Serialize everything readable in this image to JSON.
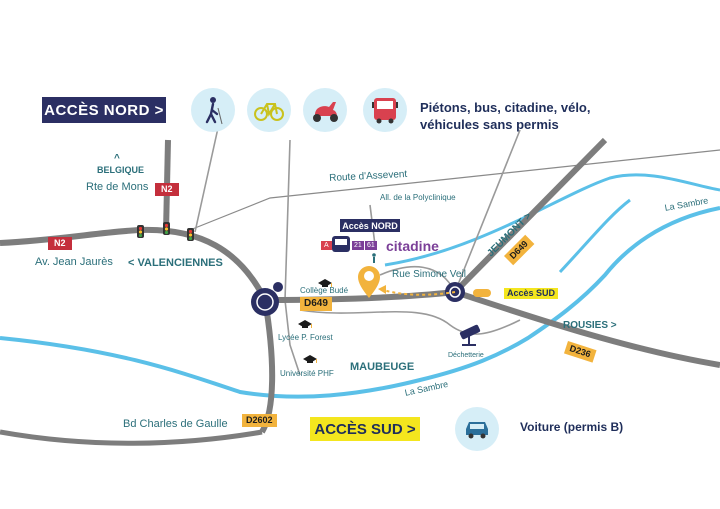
{
  "banners": {
    "nord": "ACCÈS NORD >",
    "sud": "ACCÈS SUD >"
  },
  "access_nord": {
    "modes_text_line1": "Piétons, bus, citadine, vélo,",
    "modes_text_line2": "véhicules sans permis",
    "icons": [
      "pedestrian-icon",
      "bicycle-icon",
      "scooter-icon",
      "bus-icon"
    ],
    "map_tag": "Accès NORD",
    "bus_lines": [
      "A",
      "21",
      "61"
    ],
    "citadine_logo": "citadine"
  },
  "access_sud": {
    "map_tag": "Accès SUD",
    "mode_text": "Voiture (permis B)",
    "icon": "car-icon"
  },
  "places": {
    "belgique_arrow": "^",
    "belgique": "BELGIQUE",
    "rte_de_mons": "Rte de Mons",
    "av_jean_jaures": "Av. Jean Jaurès",
    "valenciennes": "< VALENCIENNES",
    "route_assevent": "Route d'Assevent",
    "all_polyclinique": "All. de la Polyclinique",
    "jeumont": "JEUMONT >",
    "rue_simone_veil": "Rue Simone Veil",
    "college_bude": "Collège Budé",
    "lycee_forest": "Lycée P. Forest",
    "universite_phf": "Université PHF",
    "maubeuge": "MAUBEUGE",
    "dechetterie": "Déchetterie",
    "rousies": "ROUSIES >",
    "la_sambre_1": "La Sambre",
    "la_sambre_2": "La Sambre",
    "bd_charles_de_gaulle": "Bd Charles de Gaulle"
  },
  "roads": {
    "n2_a": "N2",
    "n2_b": "N2",
    "d649_a": "D649",
    "d649_b": "D649",
    "d236": "D236",
    "d2602": "D2602"
  },
  "colors": {
    "navy": "#2b2f63",
    "yellow": "#f4e61e",
    "road": "#7d7d7d",
    "river": "#5bc0e8",
    "badge": "#f2b33d",
    "n2": "#c42f3c",
    "teal_text": "#2b6f7a",
    "icon_bg": "#d6eef7",
    "marker": "#f2b33d",
    "citadine_purple": "#7b3f98"
  }
}
